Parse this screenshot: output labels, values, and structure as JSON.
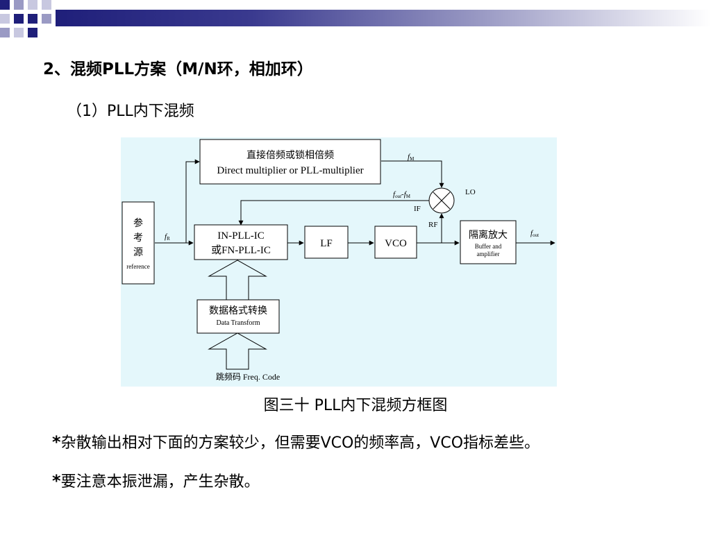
{
  "slide": {
    "heading": "2、混频PLL方案（M/N环，相加环）",
    "subheading": "（1）PLL内下混频",
    "caption": "图三十  PLL内下混频方框图",
    "notes": [
      {
        "star": "*",
        "text": "杂散输出相对下面的方案较少，但需要VCO的频率高，VCO指标差些。"
      },
      {
        "star": "*",
        "text": "要注意本振泄漏，产生杂散。"
      }
    ],
    "colors": {
      "accent_dark": "#1f1f7a",
      "accent_light": "#9a9ac4",
      "diagram_bg": "#e4f7fb"
    }
  },
  "diagram": {
    "multiplier": {
      "line1": "直接倍频或锁相倍频",
      "line2": "Direct multiplier or PLL-multiplier"
    },
    "reference": {
      "c1": "参",
      "c2": "考",
      "c3": "源",
      "en": "reference"
    },
    "pll_ic": {
      "line1": "IN-PLL-IC",
      "line2": "或FN-PLL-IC"
    },
    "lf": "LF",
    "vco": "VCO",
    "buffer": {
      "line1": "隔离放大",
      "line2": "Buffer and",
      "line3": "amplifier"
    },
    "data_transform": {
      "line1": "数据格式转换",
      "line2": "Data Transform"
    },
    "freq_code": "跳频码 Freq. Code",
    "labels": {
      "lo": "LO",
      "if": "IF",
      "rf": "RF",
      "fm_f": "f",
      "fm_sub": "M",
      "fr_f": "f",
      "fr_sub": "R",
      "fout_f": "f",
      "fout_sub": "out",
      "diff_f1": "f",
      "diff_sub1": "out",
      "diff_dash": "-",
      "diff_f2": "f",
      "diff_sub2": "M"
    }
  }
}
